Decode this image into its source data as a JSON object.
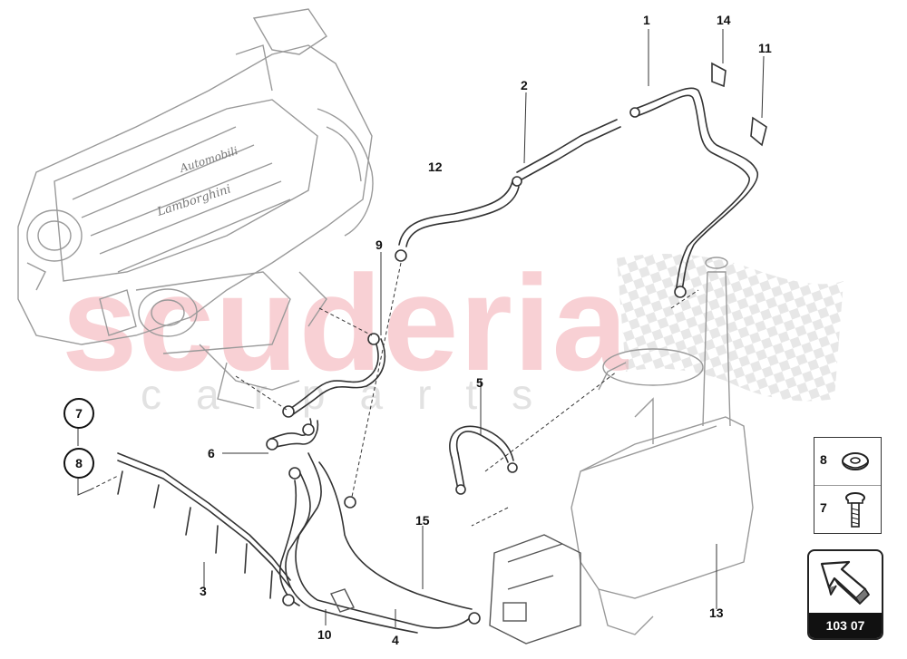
{
  "diagram": {
    "callouts": [
      {
        "id": "1",
        "text": "1"
      },
      {
        "id": "2",
        "text": "2"
      },
      {
        "id": "3",
        "text": "3"
      },
      {
        "id": "4",
        "text": "4"
      },
      {
        "id": "5",
        "text": "5"
      },
      {
        "id": "6",
        "text": "6"
      },
      {
        "id": "9",
        "text": "9"
      },
      {
        "id": "10",
        "text": "10"
      },
      {
        "id": "11",
        "text": "11"
      },
      {
        "id": "12",
        "text": "12"
      },
      {
        "id": "13",
        "text": "13"
      },
      {
        "id": "14",
        "text": "14"
      },
      {
        "id": "15",
        "text": "15"
      }
    ],
    "circled": [
      {
        "id": "7",
        "text": "7"
      },
      {
        "id": "8",
        "text": "8"
      }
    ],
    "engine_brand_text": "Lamborghini",
    "engine_script_text": "Automobili"
  },
  "watermark": {
    "main": "scuderia",
    "sub": "carparts"
  },
  "legend": {
    "rows": [
      {
        "num": "8",
        "icon": "washer-icon"
      },
      {
        "num": "7",
        "icon": "bolt-icon"
      }
    ]
  },
  "catalog": {
    "code": "103 07",
    "icon": "arrow-icon"
  },
  "colors": {
    "line": "#444444",
    "watermark": "#e86e78",
    "badge": "#111111"
  }
}
